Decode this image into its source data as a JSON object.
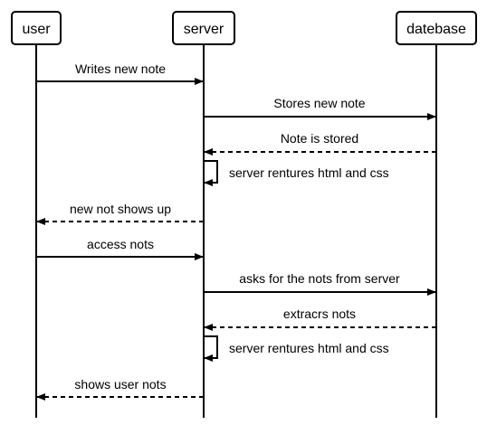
{
  "participants": [
    {
      "id": "user",
      "label": "user"
    },
    {
      "id": "server",
      "label": "server"
    },
    {
      "id": "db",
      "label": "datebase"
    }
  ],
  "messages": [
    {
      "from": "user",
      "to": "server",
      "label": "Writes new note",
      "style": "solid"
    },
    {
      "from": "server",
      "to": "db",
      "label": "Stores new note",
      "style": "solid"
    },
    {
      "from": "db",
      "to": "server",
      "label": "Note is stored",
      "style": "dashed"
    },
    {
      "from": "server",
      "to": "server",
      "label": "server rentures html and css",
      "style": "self"
    },
    {
      "from": "server",
      "to": "user",
      "label": "new not shows up",
      "style": "dashed"
    },
    {
      "from": "user",
      "to": "server",
      "label": "access nots",
      "style": "solid"
    },
    {
      "from": "server",
      "to": "db",
      "label": "asks for the nots from server",
      "style": "solid"
    },
    {
      "from": "db",
      "to": "server",
      "label": "extracrs nots",
      "style": "dashed"
    },
    {
      "from": "server",
      "to": "server",
      "label": "server rentures html and css",
      "style": "self"
    },
    {
      "from": "server",
      "to": "user",
      "label": "shows user nots",
      "style": "dashed"
    }
  ]
}
